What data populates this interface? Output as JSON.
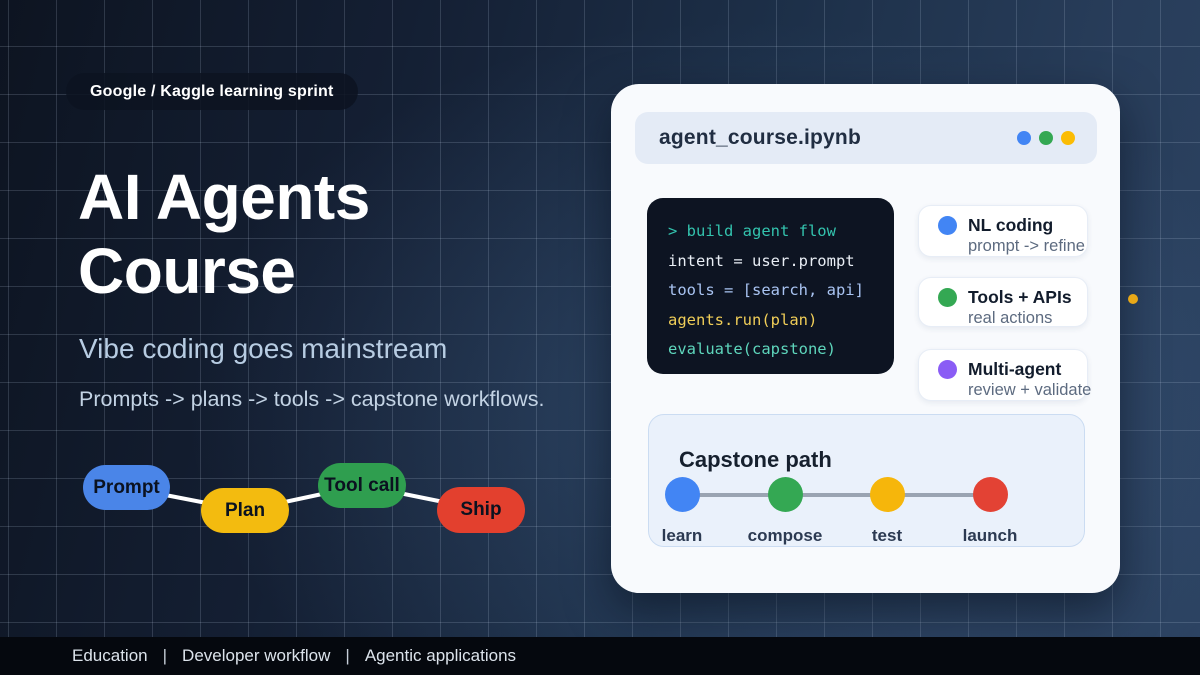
{
  "badge": {
    "label": "Google / Kaggle learning sprint"
  },
  "hero": {
    "title_line1": "AI Agents",
    "title_line2": "Course",
    "subtitle": "Vibe coding goes mainstream",
    "tagline": "Prompts -> plans -> tools -> capstone workflows."
  },
  "flow": {
    "steps": [
      {
        "label": "Prompt",
        "color": "#4a85e8"
      },
      {
        "label": "Plan",
        "color": "#f3bb0f"
      },
      {
        "label": "Tool call",
        "color": "#2f9e4f"
      },
      {
        "label": "Ship",
        "color": "#e3402e"
      }
    ],
    "connector_color": "#ffffff"
  },
  "notebook": {
    "filename": "agent_course.ipynb",
    "window_dots": [
      {
        "name": "blue",
        "color": "#4285f4"
      },
      {
        "name": "green",
        "color": "#34a853"
      },
      {
        "name": "yellow",
        "color": "#fbbc04"
      }
    ],
    "code": {
      "lines": [
        {
          "text": "> build agent flow",
          "color": "#33c3ae"
        },
        {
          "text": "intent = user.prompt",
          "color": "#e9eef5"
        },
        {
          "text": "tools = [search, api]",
          "color": "#a9c4f2"
        },
        {
          "text": "agents.run(plan)",
          "color": "#f0ce58"
        },
        {
          "text": "evaluate(capstone)",
          "color": "#5ed6bc"
        }
      ]
    },
    "features": [
      {
        "title": "NL coding",
        "subtitle": "prompt -> refine",
        "dot_color": "#4285f4"
      },
      {
        "title": "Tools + APIs",
        "subtitle": "real actions",
        "dot_color": "#34a853"
      },
      {
        "title": "Multi-agent",
        "subtitle": "review + validate",
        "dot_color": "#8a5cf5"
      }
    ],
    "capstone": {
      "title": "Capstone path",
      "steps": [
        {
          "label": "learn",
          "color": "#4285f4"
        },
        {
          "label": "compose",
          "color": "#34a853"
        },
        {
          "label": "test",
          "color": "#f6b60b"
        },
        {
          "label": "launch",
          "color": "#e34234"
        }
      ]
    }
  },
  "footer": {
    "items": [
      "Education",
      "Developer workflow",
      "Agentic applications"
    ],
    "separator": "|"
  },
  "accents": {
    "yellow_dot": "#e8a818"
  }
}
